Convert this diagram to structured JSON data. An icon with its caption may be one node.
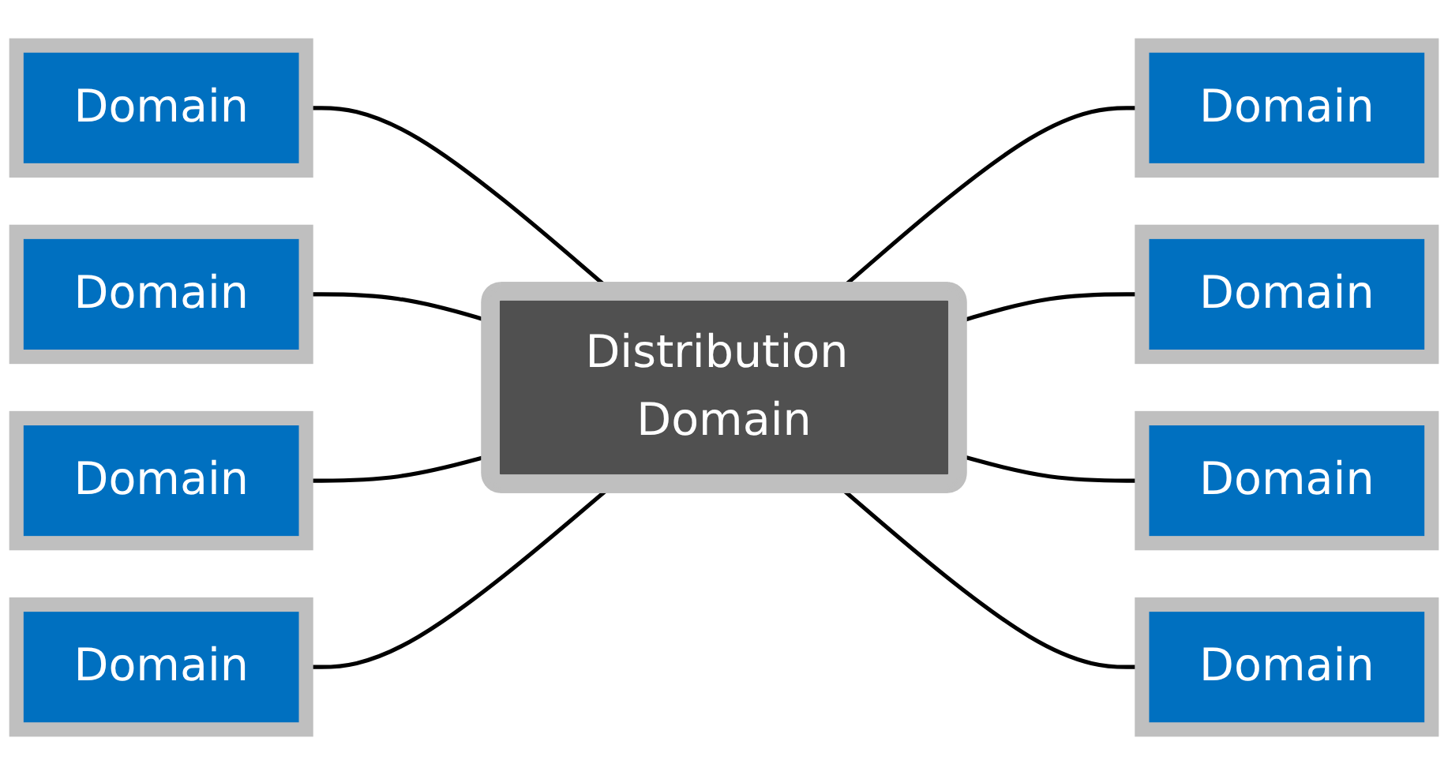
{
  "diagram": {
    "nodes": [
      {
        "text": [
          "Domain"
        ]
      },
      {
        "text": [
          "Distribution Domain"
        ]
      },
      {
        "text": [
          "Domain"
        ]
      },
      {
        "text": [
          "Domain"
        ]
      },
      {
        "text": [
          "Domain"
        ]
      },
      {
        "text": [
          "Domain"
        ]
      },
      {
        "text": [
          "Domain"
        ]
      },
      {
        "text": [
          "Domain"
        ]
      },
      {
        "text": [
          "Domain"
        ]
      }
    ],
    "edges": [
      {
        "from": 0,
        "to": 1,
        "arrow": "none"
      },
      {
        "from": 1,
        "to": 2,
        "arrow": "none"
      },
      {
        "from": 3,
        "to": 1,
        "arrow": "none"
      },
      {
        "from": 1,
        "to": 4,
        "arrow": "none"
      },
      {
        "from": 5,
        "to": 1,
        "arrow": "none"
      },
      {
        "from": 1,
        "to": 6,
        "arrow": "none"
      },
      {
        "from": 7,
        "to": 1,
        "arrow": "none"
      },
      {
        "from": 1,
        "to": 8,
        "arrow": "none"
      }
    ]
  }
}
